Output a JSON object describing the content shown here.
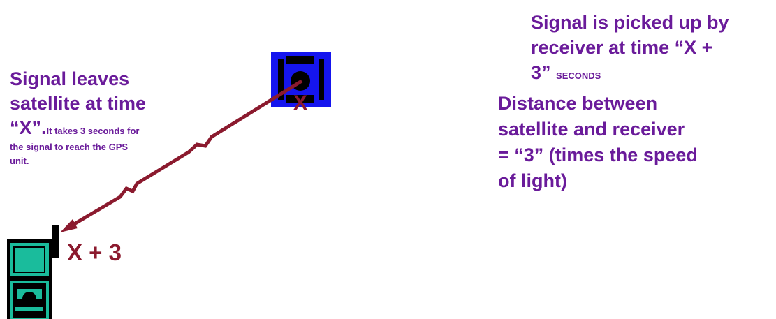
{
  "left_text": {
    "line1": "Signal leaves",
    "line2": "satellite at time",
    "line3_quote": "“X”.",
    "line3_rest": "It takes 3 seconds for",
    "line4": "the signal to reach the GPS",
    "line5": "unit."
  },
  "right_top": {
    "line1": "Signal is picked up by",
    "line2": "receiver at time “X +",
    "line3": "3”",
    "line3_small": "SECONDS"
  },
  "right_bottom": {
    "line1": "Distance between",
    "line2": "satellite and receiver",
    "line3": "= “3” (times the speed",
    "line4": "of light)"
  },
  "satellite": {
    "label": "X"
  },
  "receiver": {
    "label": "X + 3"
  },
  "colors": {
    "text": "#6a1b9a",
    "signal": "#8b1a2e",
    "satellite": "#1515ee",
    "receiver_screen": "#1abc9c",
    "receiver_body": "#000000"
  }
}
